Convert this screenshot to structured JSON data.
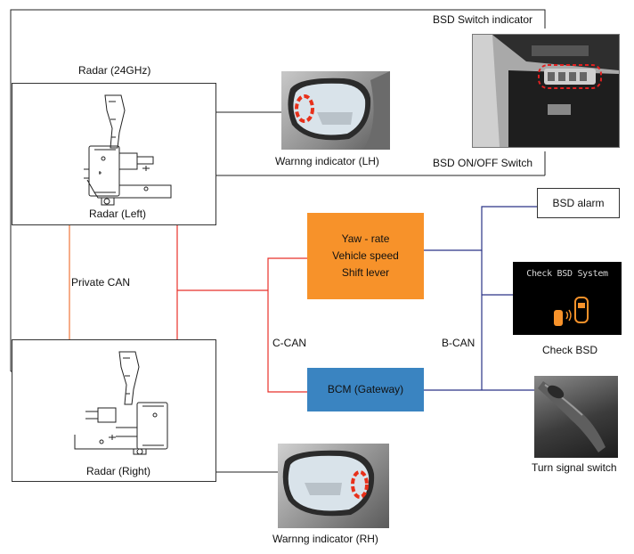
{
  "labels": {
    "radar_top": "Radar (24GHz)",
    "radar_left": "Radar (Left)",
    "radar_right": "Radar (Right)",
    "private_can": "Private CAN",
    "c_can": "C-CAN",
    "b_can": "B-CAN",
    "bsd_switch_indicator": "BSD Switch indicator",
    "bsd_onoff_switch": "BSD ON/OFF Switch",
    "warning_lh": "Warnng indicator (LH)",
    "warning_rh": "Warnng indicator (RH)",
    "check_bsd": "Check BSD",
    "turn_signal_switch": "Turn signal switch"
  },
  "modules": {
    "ecu": [
      "Yaw - rate",
      "Vehicle speed",
      "Shift lever"
    ],
    "bcm": "BCM (Gateway)",
    "bsd_alarm": "BSD alarm"
  },
  "display": {
    "text": "Check BSD System"
  },
  "colors": {
    "module_orange": "#F7922A",
    "module_blue": "#3A84C1",
    "private_can_line": "#F28A55",
    "c_can_line": "#E8312A",
    "b_can_line": "#2A3386",
    "display_bg": "#000000"
  }
}
